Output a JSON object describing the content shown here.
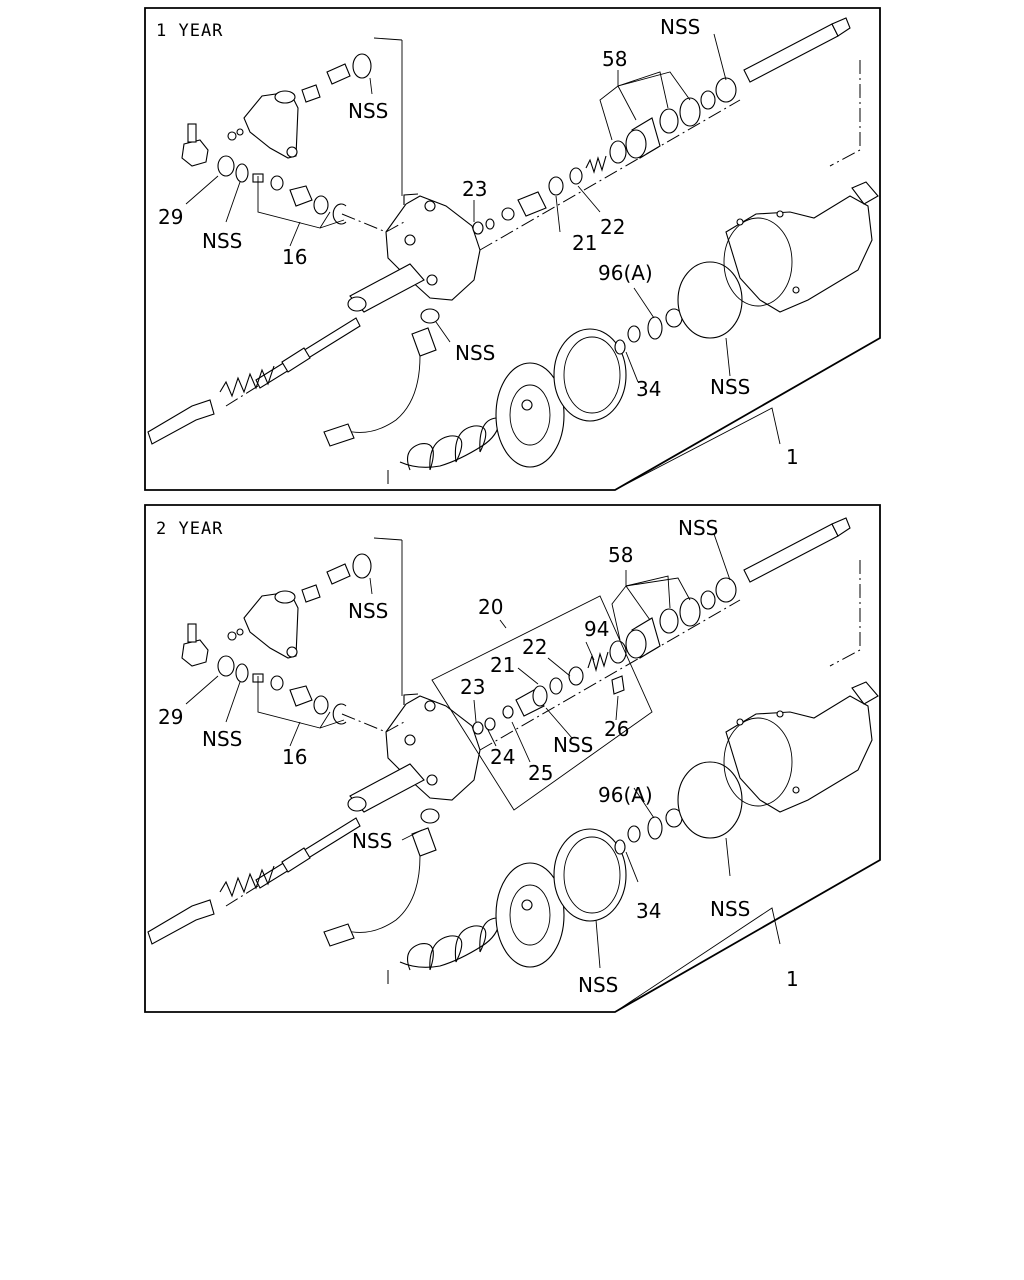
{
  "panels": [
    {
      "title": "1 YEAR",
      "labels": {
        "nss_top_left": "NSS",
        "nss_top_right": "NSS",
        "p58": "58",
        "p23": "23",
        "p22": "22",
        "p21": "21",
        "p29": "29",
        "nss_left": "NSS",
        "p16": "16",
        "p96a": "96(A)",
        "nss_sensor": "NSS",
        "p34": "34",
        "nss_housing": "NSS",
        "p1": "1"
      }
    },
    {
      "title": "2 YEAR",
      "labels": {
        "nss_top_left": "NSS",
        "nss_top_right": "NSS",
        "p58": "58",
        "p20": "20",
        "p94": "94",
        "p22": "22",
        "p21": "21",
        "p23": "23",
        "p29": "29",
        "nss_left": "NSS",
        "p16": "16",
        "p24": "24",
        "p25": "25",
        "nss_kit": "NSS",
        "p26": "26",
        "p96a": "96(A)",
        "nss_sensor": "NSS",
        "p34": "34",
        "nss_housing": "NSS",
        "nss_piston": "NSS",
        "p1": "1"
      }
    }
  ]
}
